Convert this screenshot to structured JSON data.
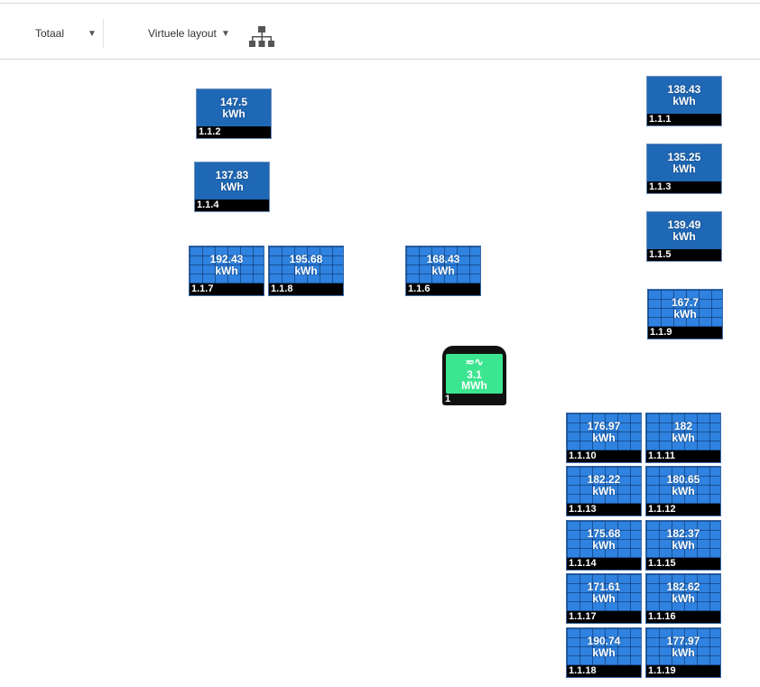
{
  "toolbar": {
    "total_label": "Totaal",
    "layout_label": "Virtuele layout",
    "dropdown_arrow": "▼"
  },
  "inverter": {
    "symbol": "≂∿",
    "value": "3.1",
    "unit": "MWh",
    "label": "1",
    "color": "#3ce58f"
  },
  "panels": [
    {
      "id": "1.1.2",
      "value": "147.5",
      "unit": "kWh",
      "style": "solid"
    },
    {
      "id": "1.1.4",
      "value": "137.83",
      "unit": "kWh",
      "style": "solid"
    },
    {
      "id": "1.1.7",
      "value": "192.43",
      "unit": "kWh",
      "style": "grid"
    },
    {
      "id": "1.1.8",
      "value": "195.68",
      "unit": "kWh",
      "style": "grid"
    },
    {
      "id": "1.1.6",
      "value": "168.43",
      "unit": "kWh",
      "style": "grid"
    },
    {
      "id": "1.1.1",
      "value": "138.43",
      "unit": "kWh",
      "style": "solid"
    },
    {
      "id": "1.1.3",
      "value": "135.25",
      "unit": "kWh",
      "style": "solid"
    },
    {
      "id": "1.1.5",
      "value": "139.49",
      "unit": "kWh",
      "style": "solid"
    },
    {
      "id": "1.1.9",
      "value": "167.7",
      "unit": "kWh",
      "style": "grid"
    },
    {
      "id": "1.1.10",
      "value": "176.97",
      "unit": "kWh",
      "style": "grid"
    },
    {
      "id": "1.1.11",
      "value": "182",
      "unit": "kWh",
      "style": "grid"
    },
    {
      "id": "1.1.13",
      "value": "182.22",
      "unit": "kWh",
      "style": "grid"
    },
    {
      "id": "1.1.12",
      "value": "180.65",
      "unit": "kWh",
      "style": "grid"
    },
    {
      "id": "1.1.14",
      "value": "175.68",
      "unit": "kWh",
      "style": "grid"
    },
    {
      "id": "1.1.15",
      "value": "182.37",
      "unit": "kWh",
      "style": "grid"
    },
    {
      "id": "1.1.17",
      "value": "171.61",
      "unit": "kWh",
      "style": "grid"
    },
    {
      "id": "1.1.16",
      "value": "182.62",
      "unit": "kWh",
      "style": "grid"
    },
    {
      "id": "1.1.18",
      "value": "190.74",
      "unit": "kWh",
      "style": "grid"
    },
    {
      "id": "1.1.19",
      "value": "177.97",
      "unit": "kWh",
      "style": "grid"
    }
  ]
}
